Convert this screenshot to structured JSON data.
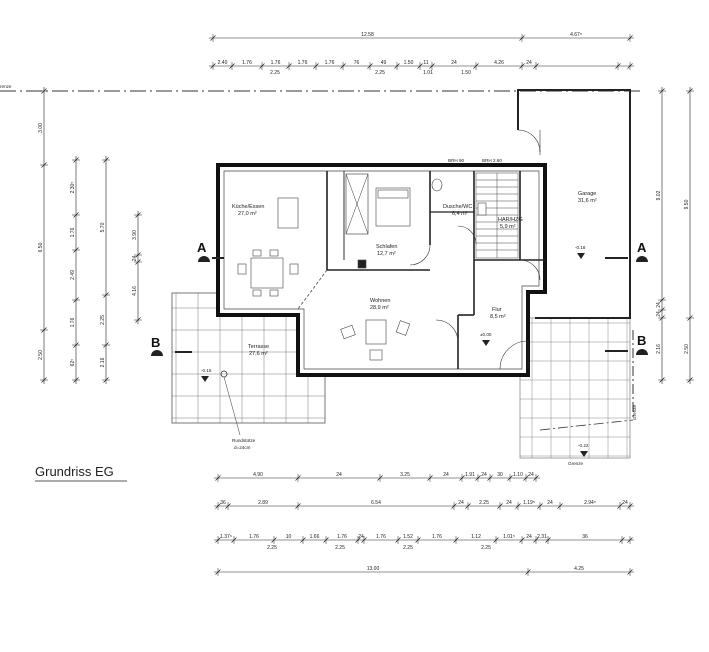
{
  "title": "Grundriss EG",
  "boundary_left": "renze",
  "boundary_right": "Grenze",
  "boundary_bottom": "Grenze",
  "rooms": {
    "kueche": {
      "name": "Küche/Essen",
      "area": "27,0 m²"
    },
    "schlafen": {
      "name": "Schlafen",
      "area": "12,7 m²"
    },
    "dusche": {
      "name": "Dusche/WC",
      "area": "6,4 m²"
    },
    "har": {
      "name": "HAR/HZG",
      "area": "5,9 m²"
    },
    "garage": {
      "name": "Garage",
      "area": "31,6 m²"
    },
    "wohnen": {
      "name": "Wohnen",
      "area": "28,9 m²"
    },
    "flur": {
      "name": "Flur",
      "area": "8,5 m²"
    },
    "terrasse": {
      "name": "Terrasse",
      "area": "27,6 m²"
    }
  },
  "window_labels": [
    "BRH 90",
    "BRH 2.60"
  ],
  "levels": {
    "main": "±0.00",
    "terrace": "-0.15",
    "garage": "-0.18",
    "entry": "-0.22"
  },
  "support": {
    "name": "Rundstütze",
    "size": "d=24cm"
  },
  "sections": {
    "a": "A",
    "b": "B"
  },
  "dims_top": {
    "row1": [
      "12.58",
      "4.67⁵"
    ],
    "row2": [
      "2.40",
      "1.76",
      "1.76",
      "1.76",
      "1.76",
      "76",
      "49",
      "1.50",
      "11",
      "24",
      "4.26",
      "24"
    ],
    "row2_sub": [
      "2.25",
      "2.25",
      "1.01",
      "1.50"
    ]
  },
  "dims_left": {
    "outer": [
      "3.00",
      "6.50",
      "2.50"
    ],
    "inner1": [
      "2.30⁵",
      "1.76",
      "2.49",
      "1.76",
      "62⁵"
    ],
    "inner2": [
      "5.70",
      "2.25",
      "2.16"
    ],
    "inner3": [
      "3.90",
      "24",
      "4.16"
    ]
  },
  "dims_right": {
    "outer": [
      "9.50",
      "2.50"
    ],
    "inner": [
      "9.02",
      "24",
      "24",
      "2.16"
    ]
  },
  "dims_bottom": {
    "row1": [
      "4.90",
      "24",
      "3.25",
      "24",
      "1.91",
      "24",
      "30",
      "1.10",
      "24"
    ],
    "row2": [
      "36",
      "2.89",
      "6.54",
      "24",
      "2.25",
      "24",
      "1.19⁵",
      "24",
      "2.94⁵",
      "24"
    ],
    "row3": [
      "1.37⁵",
      "1.76",
      "10",
      "1.66",
      "1.76",
      "24",
      "1.76",
      "1.52",
      "1.76",
      "1.12",
      "1.01⁵",
      "24",
      "2.31",
      "36"
    ],
    "row3_sub": [
      "2.25",
      "2.25",
      "2.25",
      "2.25"
    ],
    "row4": [
      "13.00",
      "4.25"
    ]
  }
}
